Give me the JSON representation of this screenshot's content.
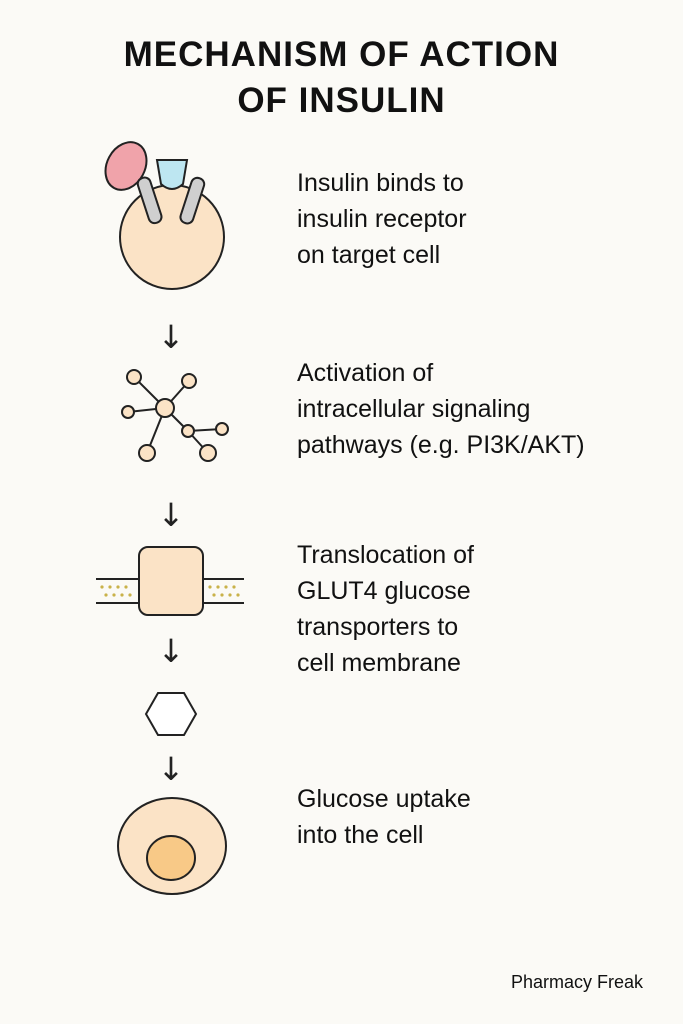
{
  "title": {
    "line1": "MECHANISM OF ACTION",
    "line2": "OF INSULIN"
  },
  "steps": [
    {
      "lines": [
        "Insulin binds to",
        "insulin receptor",
        "on target cell"
      ]
    },
    {
      "lines": [
        "Activation of",
        "intracellular signaling",
        "pathways (e.g. PI3K/AKT)"
      ]
    },
    {
      "lines": [
        "Translocation of",
        "GLUT4 glucose",
        "transporters to",
        "cell membrane"
      ]
    },
    {
      "lines": [
        "Glucose uptake",
        "into the cell"
      ]
    }
  ],
  "arrow_glyph": "↓",
  "watermark": "Pharmacy Freak",
  "icons": [
    "insulin-receptor-icon",
    "signaling-network-icon",
    "glut4-transporter-icon",
    "glucose-hexagon-icon",
    "cell-icon"
  ],
  "colors": {
    "background": "#fbfaf6",
    "cell_fill": "#fbe3c6",
    "insulin_fill": "#f0a3aa",
    "receptor_cap": "#bde6f1",
    "receptor_arms": "#cfcfcf",
    "nucleus_fill": "#f8c987",
    "stroke": "#222222"
  }
}
